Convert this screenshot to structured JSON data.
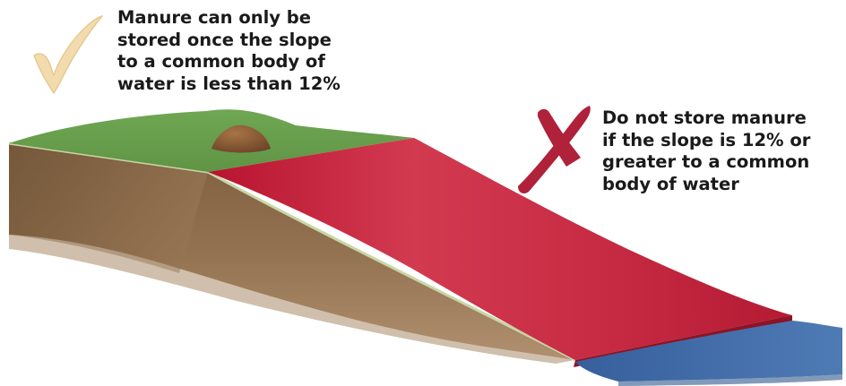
{
  "captions": {
    "acceptable": [
      "Manure can only be",
      "stored once the slope",
      "to a common body of",
      "water is less than 12%"
    ],
    "not_acceptable": [
      "Do not store manure",
      "if the slope is 12% or",
      "greater to a common",
      "body of water"
    ]
  },
  "icons": {
    "acceptable": "checkmark-icon",
    "not_acceptable": "x-mark-icon"
  },
  "colors": {
    "checkmark": "#f2dcae",
    "x_mark": "#b0213a",
    "flat_ground": "#6aa14e",
    "steep_slope": "#c51f3b",
    "soil": "#8c6a48",
    "water": "#3f6aa6",
    "manure_pile": "#8a5a34"
  }
}
